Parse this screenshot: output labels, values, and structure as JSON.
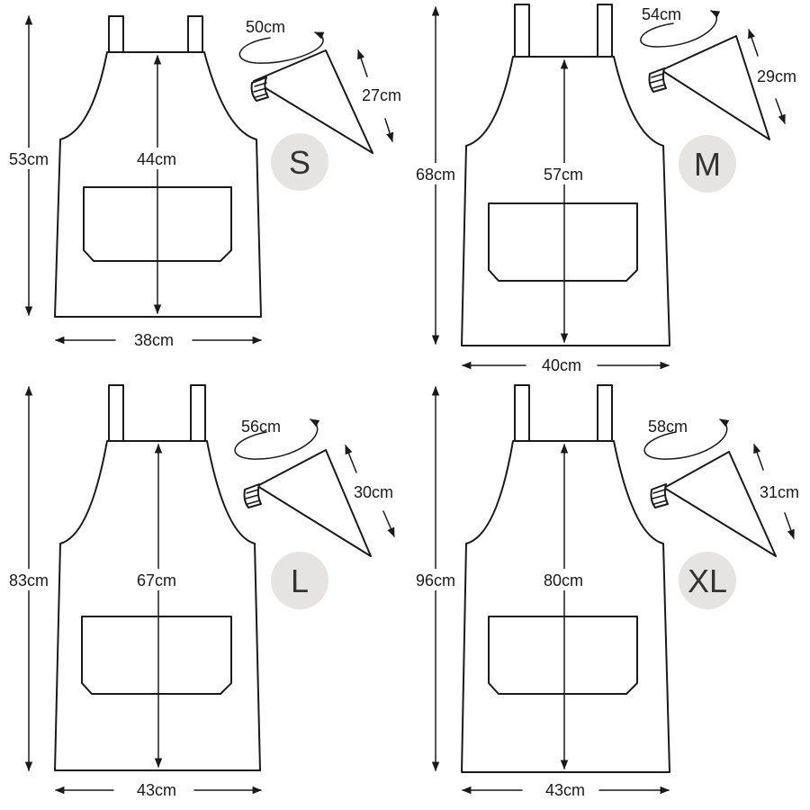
{
  "panels": [
    {
      "size": "S",
      "length": "53cm",
      "bib_length": "44cm",
      "width": "38cm",
      "cap_circumference": "50cm",
      "cap_height": "27cm"
    },
    {
      "size": "M",
      "length": "68cm",
      "bib_length": "57cm",
      "width": "40cm",
      "cap_circumference": "54cm",
      "cap_height": "29cm"
    },
    {
      "size": "L",
      "length": "83cm",
      "bib_length": "67cm",
      "width": "43cm",
      "cap_circumference": "56cm",
      "cap_height": "30cm"
    },
    {
      "size": "XL",
      "length": "96cm",
      "bib_length": "80cm",
      "width": "43cm",
      "cap_circumference": "58cm",
      "cap_height": "31cm"
    }
  ],
  "colors": {
    "line": "#1a1a1a",
    "badge": "#e6e4e3",
    "badge_text": "#333333"
  }
}
